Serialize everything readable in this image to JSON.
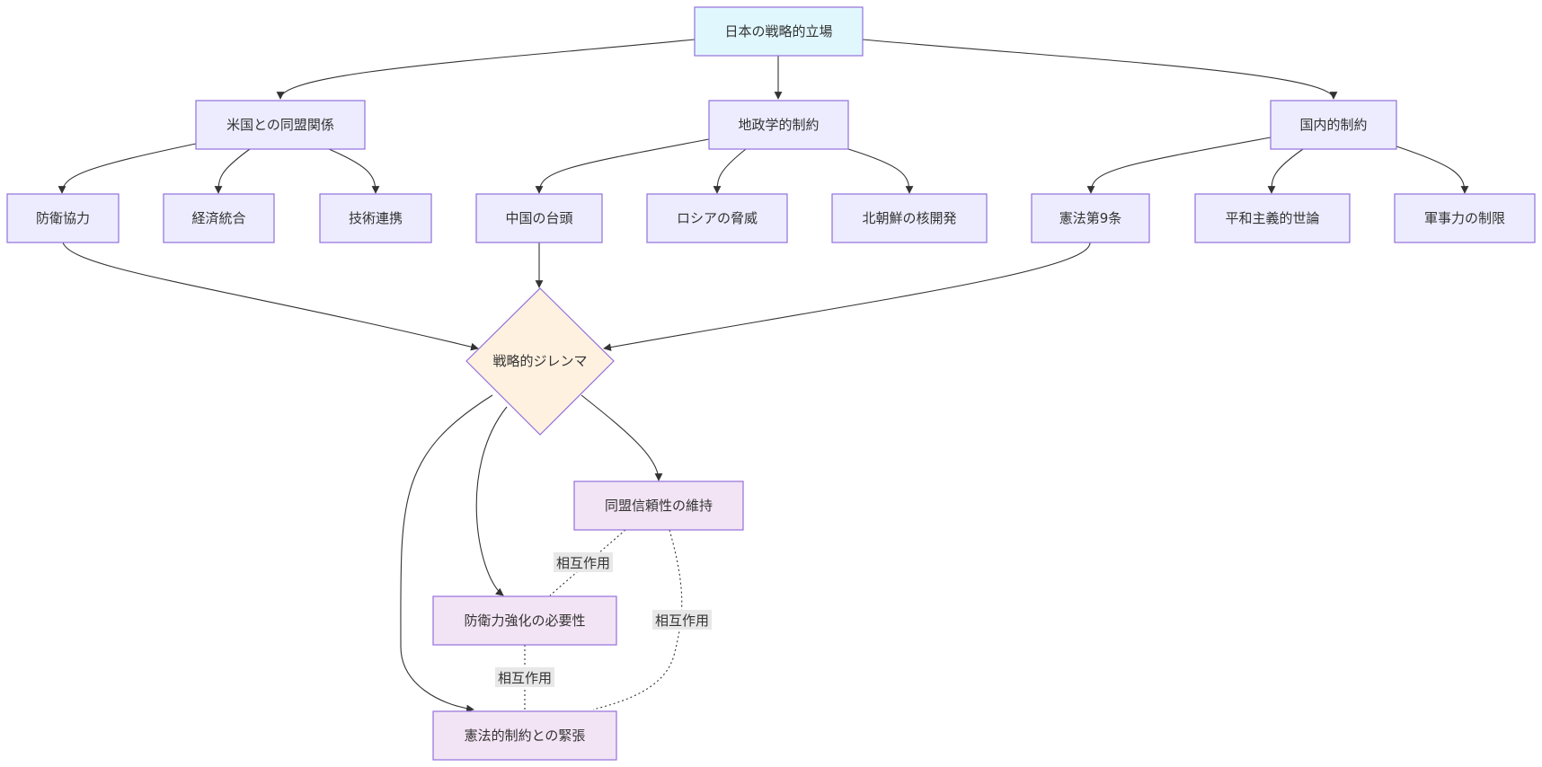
{
  "colors": {
    "root_fill": "#e0f7fe",
    "default_fill": "#ececfe",
    "default_stroke": "#9370db",
    "decision_fill": "#fff1e0",
    "outcome_fill": "#f3e4f5",
    "edge": "#333333",
    "edge_label_bg": "#e8e8e8"
  },
  "nodes": {
    "root": "日本の戦略的立場",
    "alliance": "米国との同盟関係",
    "geopolitics": "地政学的制約",
    "domestic": "国内的制約",
    "defense_coop": "防衛協力",
    "economic": "経済統合",
    "tech": "技術連携",
    "china": "中国の台頭",
    "russia": "ロシアの脅威",
    "north_korea": "北朝鮮の核開発",
    "article9": "憲法第9条",
    "pacifism": "平和主義的世論",
    "military_limits": "軍事力の制限",
    "dilemma": "戦略的ジレンマ",
    "credibility": "同盟信頼性の維持",
    "defense_need": "防衛力強化の必要性",
    "tension": "憲法的制約との緊張"
  },
  "edge_labels": {
    "e1": "相互作用",
    "e2": "相互作用",
    "e3": "相互作用"
  }
}
